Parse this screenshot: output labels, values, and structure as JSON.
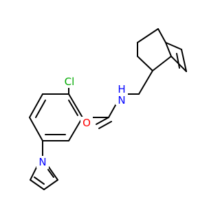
{
  "molecule": {
    "atoms": {
      "chlorine": {
        "label": "Cl",
        "color": "#00aa00"
      },
      "amide_nitrogen": {
        "label": "H N",
        "label_h": "H",
        "label_n": "N",
        "color": "#0000ff"
      },
      "carbonyl_oxygen": {
        "label": "O",
        "color": "#ff0000"
      },
      "pyrrole_nitrogen": {
        "label": "N",
        "color": "#0000ff"
      }
    },
    "bond_color": "#000000"
  }
}
